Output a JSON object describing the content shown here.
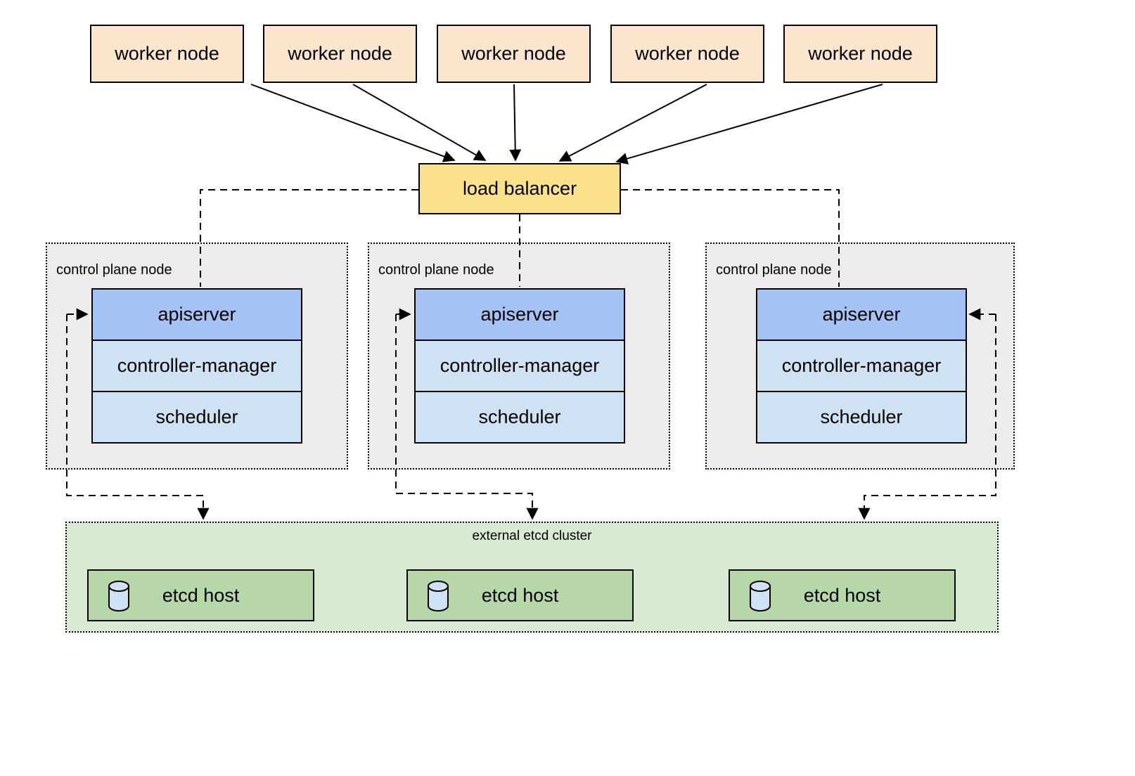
{
  "workers": [
    "worker node",
    "worker node",
    "worker node",
    "worker node",
    "worker node"
  ],
  "load_balancer": {
    "label": "load balancer"
  },
  "control_planes": [
    {
      "title": "control plane node",
      "components": [
        "apiserver",
        "controller-manager",
        "scheduler"
      ]
    },
    {
      "title": "control plane node",
      "components": [
        "apiserver",
        "controller-manager",
        "scheduler"
      ]
    },
    {
      "title": "control plane node",
      "components": [
        "apiserver",
        "controller-manager",
        "scheduler"
      ]
    }
  ],
  "etcd_cluster": {
    "title": "external etcd cluster",
    "hosts": [
      "etcd host",
      "etcd host",
      "etcd host"
    ]
  },
  "icons": {
    "database": "database-cylinder-icon"
  },
  "colors": {
    "worker_fill": "#fce5cd",
    "load_balancer_fill": "#fbe18a",
    "apiserver_fill": "#a4c2f4",
    "component_fill": "#cfe2f3",
    "control_plane_fill": "#ececec",
    "etcd_cluster_fill": "#d9ead3",
    "etcd_host_fill": "#b6d7a8",
    "database_icon_fill": "#cfe2f3",
    "connector_color": "#000000"
  }
}
